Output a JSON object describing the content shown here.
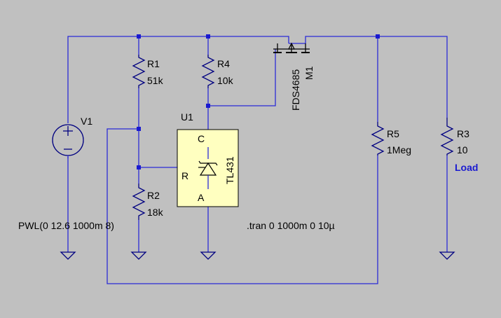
{
  "components": {
    "v1": {
      "ref": "V1",
      "value": "PWL(0 12.6 1000m 8)"
    },
    "r1": {
      "ref": "R1",
      "value": "51k"
    },
    "r2": {
      "ref": "R2",
      "value": "18k"
    },
    "r3": {
      "ref": "R3",
      "value": "10",
      "label": "Load"
    },
    "r4": {
      "ref": "R4",
      "value": "10k"
    },
    "r5": {
      "ref": "R5",
      "value": "1Meg"
    },
    "u1": {
      "ref": "U1",
      "part": "TL431",
      "pin_c": "C",
      "pin_r": "R",
      "pin_a": "A"
    },
    "m1": {
      "ref": "M1",
      "part": "FDS4685"
    }
  },
  "directive": ".tran 0 1000m 0 10µ",
  "colors": {
    "background": "#c0c0c0",
    "wire": "#2b2bd6",
    "symbol": "#000080",
    "ic_fill": "#ffffc0",
    "net_label": "#1a1ad0"
  }
}
